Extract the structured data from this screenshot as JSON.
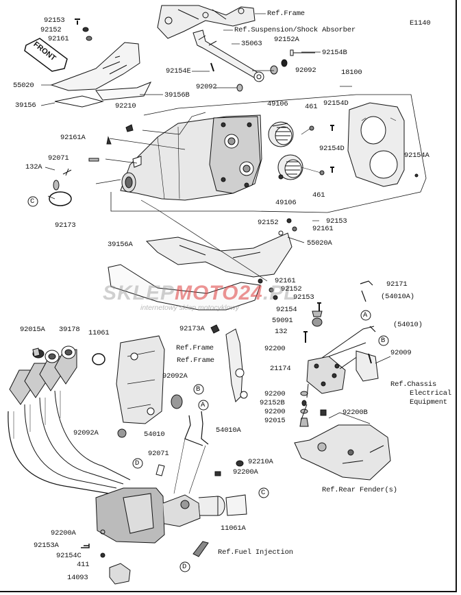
{
  "diagram_code": "E1140",
  "front_label": "FRONT",
  "watermark": {
    "brand_a": "SKLEP",
    "brand_b": "MOTO",
    "brand_c": "24",
    "brand_d": ".PL",
    "tagline": "internetowy sklep motocyklowy"
  },
  "callouts": [
    "A",
    "B",
    "C",
    "D"
  ],
  "labels": {
    "ref_frame_top": "Ref.Frame",
    "ref_suspension": "Ref.Suspension/Shock Absorber",
    "p92153_a": "92153",
    "p92152_a": "92152",
    "p92161_a": "92161",
    "p35063": "35063",
    "p92152A": "92152A",
    "p92154B": "92154B",
    "p92154E": "92154E",
    "p92092": "92092",
    "p92092_b": "92092",
    "p18100": "18100",
    "p55020": "55020",
    "p39156B": "39156B",
    "p39156": "39156",
    "p92210": "92210",
    "p49106_a": "49106",
    "p461_a": "461",
    "p92154D_a": "92154D",
    "p92161A": "92161A",
    "p92154D_b": "92154D",
    "p92154A": "92154A",
    "p92071_a": "92071",
    "p132A": "132A",
    "p49106_b": "49106",
    "p461_b": "461",
    "p92173": "92173",
    "p92152_b": "92152",
    "p92153_b": "92153",
    "p92161_b": "92161",
    "p55020A": "55020A",
    "p39156A": "39156A",
    "p92161_c": "92161",
    "p92152_c": "92152",
    "p92153_c": "92153",
    "p92171": "92171",
    "p54010A_paren": "(54010A)",
    "p92154": "92154",
    "p59091": "59091",
    "p54010_paren": "(54010)",
    "p132": "132",
    "p92200_a": "92200",
    "p92009": "92009",
    "p21174": "21174",
    "ref_chassis_1": "Ref.Chassis",
    "ref_chassis_2": "Electrical",
    "ref_chassis_3": "Equipment",
    "p92200_b": "92200",
    "p92152B": "92152B",
    "p92200_c": "92200",
    "p92015": "92015",
    "p92200B": "92200B",
    "ref_rear_fender": "Ref.Rear Fender(s)",
    "p92015A": "92015A",
    "p39178": "39178",
    "p11061": "11061",
    "p92173A": "92173A",
    "ref_frame_mid1": "Ref.Frame",
    "ref_frame_mid2": "Ref.Frame",
    "p92092A_a": "92092A",
    "p92092A_b": "92092A",
    "p54010": "54010",
    "p54010A": "54010A",
    "p92071_b": "92071",
    "p92210A": "92210A",
    "p92200A_a": "92200A",
    "p11061A": "11061A",
    "p92200A_b": "92200A",
    "p92153A": "92153A",
    "p92154C": "92154C",
    "p411": "411",
    "ref_fuel_injection": "Ref.Fuel Injection",
    "p14093": "14093"
  }
}
